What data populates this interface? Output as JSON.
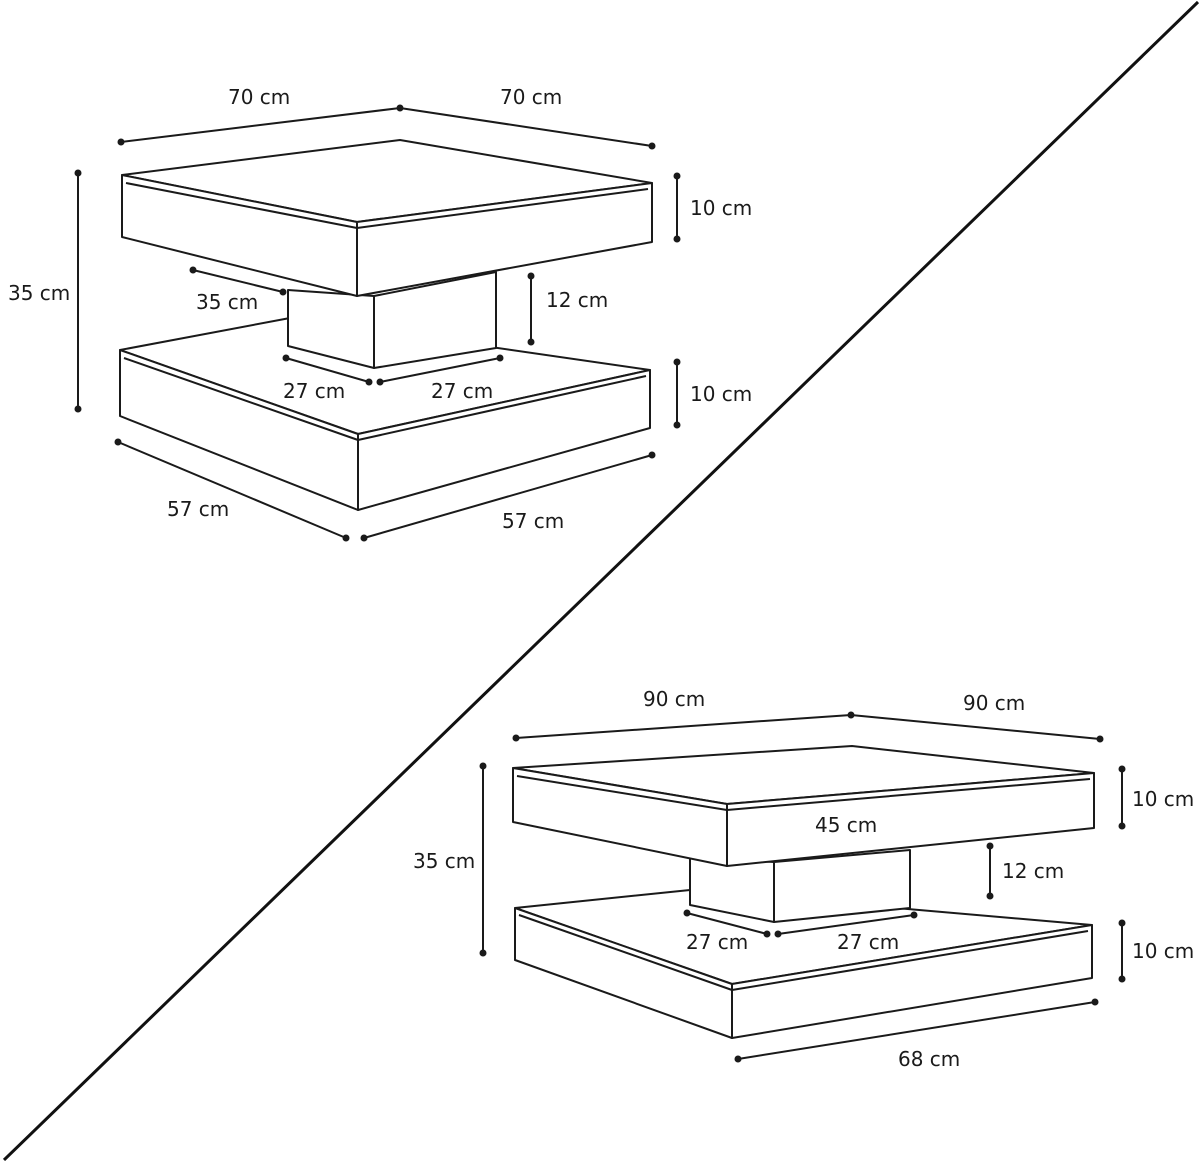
{
  "small_table": {
    "top_width_left": "70 cm",
    "top_width_right": "70 cm",
    "total_height": "35 cm",
    "top_thickness": "10 cm",
    "pillar_depth": "35 cm",
    "gap_height": "12 cm",
    "pillar_half_left": "27 cm",
    "pillar_half_right": "27 cm",
    "base_thickness": "10 cm",
    "base_width_left": "57 cm",
    "base_width_right": "57 cm"
  },
  "large_table": {
    "top_width_left": "90 cm",
    "top_width_right": "90 cm",
    "total_height": "35 cm",
    "top_thickness": "10 cm",
    "top_inner": "45 cm",
    "gap_height": "12 cm",
    "pillar_half_left": "27 cm",
    "pillar_half_right": "27 cm",
    "base_thickness": "10 cm",
    "base_width": "68 cm"
  }
}
